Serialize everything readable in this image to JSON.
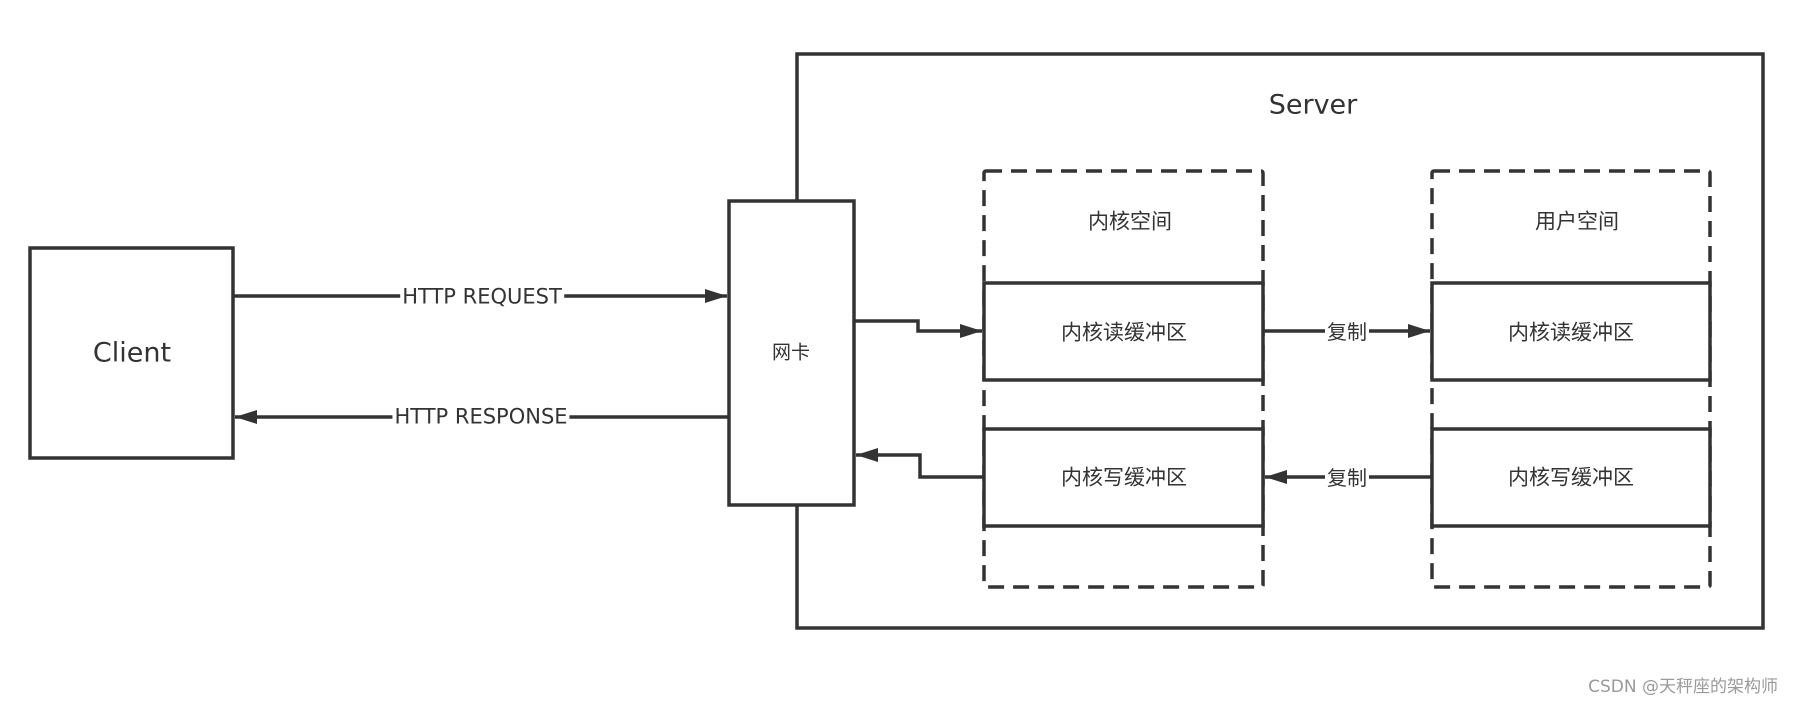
{
  "diagram": {
    "title": "HTTP request flow through network card and kernel/user space buffers",
    "nodes": {
      "client": {
        "label": "Client"
      },
      "server": {
        "label": "Server"
      },
      "nic": {
        "label": "网卡"
      },
      "kernel_space": {
        "label": "内核空间",
        "read_buffer": "内核读缓冲区",
        "write_buffer": "内核写缓冲区"
      },
      "user_space": {
        "label": "用户空间",
        "read_buffer": "内核读缓冲区",
        "write_buffer": "内核写缓冲区"
      }
    },
    "edges": {
      "request": {
        "label": "HTTP REQUEST",
        "from": "Client",
        "to": "网卡"
      },
      "response": {
        "label": "HTTP RESPONSE",
        "from": "网卡",
        "to": "Client"
      },
      "nic_to_kernel_read": {
        "label": "",
        "from": "网卡",
        "to": "内核读缓冲区"
      },
      "kernel_write_to_nic": {
        "label": "",
        "from": "内核写缓冲区",
        "to": "网卡"
      },
      "copy_read": {
        "label": "复制",
        "from": "内核空间.内核读缓冲区",
        "to": "用户空间.内核读缓冲区"
      },
      "copy_write": {
        "label": "复制",
        "from": "用户空间.内核写缓冲区",
        "to": "内核空间.内核写缓冲区"
      }
    },
    "colors": {
      "stroke": "#333333",
      "text": "#333333",
      "watermark": "#9a9a9a",
      "background": "#ffffff"
    }
  },
  "watermark": "CSDN @天秤座的架构师"
}
